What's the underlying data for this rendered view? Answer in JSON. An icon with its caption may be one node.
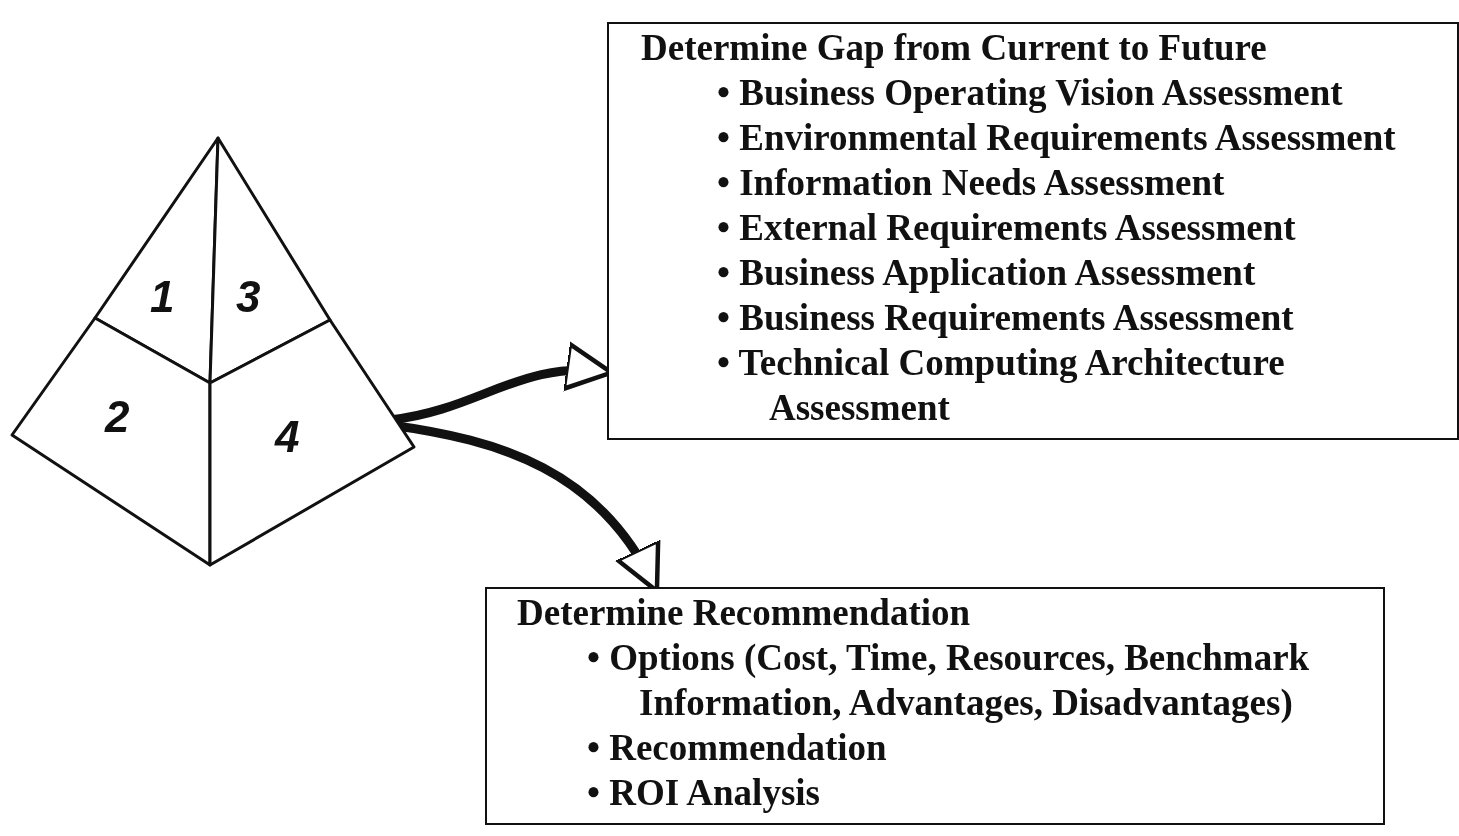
{
  "diagram": {
    "nodes": [
      {
        "text": [
          "1"
        ]
      },
      {
        "text": [
          "3"
        ]
      },
      {
        "text": [
          "2"
        ]
      },
      {
        "text": [
          "4"
        ]
      },
      {
        "text": [
          "Determine Gap from Current to Future",
          "• Business Operating Vision Assessment",
          "• Environmental Requirements Assessment",
          "• Information Needs Assessment",
          "• External Requirements Assessment",
          "• Business Application Assessment",
          "• Business Requirements Assessment",
          "• Technical Computing Architecture Assessment"
        ]
      },
      {
        "text": [
          "Determine Recommendation",
          "• Options (Cost, Time, Resources, Benchmark Information, Advantages, Disadvantages)",
          "• Recommendation",
          "• ROI Analysis"
        ]
      }
    ],
    "edges": [
      {
        "from": 3,
        "to": 4,
        "arrow": "to"
      },
      {
        "from": 3,
        "to": 5,
        "arrow": "to"
      }
    ]
  }
}
